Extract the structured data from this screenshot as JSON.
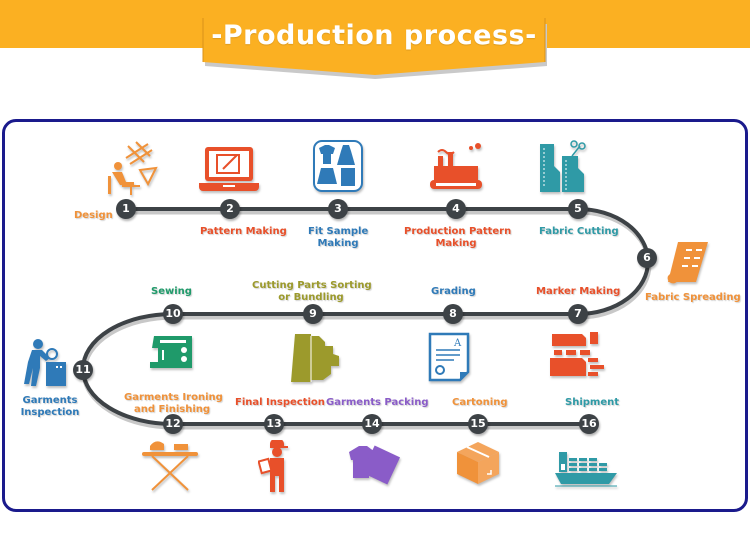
{
  "title": "-Production process-",
  "colors": {
    "banner": "#fbb022",
    "frame": "#1a1a8c",
    "track": "#3d4246"
  },
  "steps": [
    {
      "num": "1",
      "label": "Design",
      "color": "#f0923a",
      "icon": "designer-desk-icon"
    },
    {
      "num": "2",
      "label": "Pattern Making",
      "color": "#e8502a",
      "icon": "laptop-pattern-icon"
    },
    {
      "num": "3",
      "label_lines": [
        "Fit Sample",
        "Making"
      ],
      "color": "#2f7ab8",
      "icon": "garment-samples-icon"
    },
    {
      "num": "4",
      "label_lines": [
        "Production Pattern",
        "Making"
      ],
      "color": "#e8502a",
      "icon": "factory-icon"
    },
    {
      "num": "5",
      "label": "Fabric Cutting",
      "color": "#2f9aa6",
      "icon": "fabric-scissors-icon"
    },
    {
      "num": "6",
      "label": "Fabric Spreading",
      "color": "#f0923a",
      "icon": "fabric-roll-icon"
    },
    {
      "num": "7",
      "label": "Marker Making",
      "color": "#e8502a",
      "icon": "marker-pieces-icon"
    },
    {
      "num": "8",
      "label": "Grading",
      "color": "#2f7ab8",
      "icon": "certificate-icon"
    },
    {
      "num": "9",
      "label_lines": [
        "Cutting Parts Sorting",
        "or Bundling"
      ],
      "color": "#9c9a2c",
      "icon": "cut-parts-icon"
    },
    {
      "num": "10",
      "label": "Sewing",
      "color": "#1f9a6a",
      "icon": "sewing-machine-icon"
    },
    {
      "num": "11",
      "label_lines": [
        "Garments",
        "Inspection"
      ],
      "color": "#2f7ab8",
      "icon": "inspector-icon"
    },
    {
      "num": "12",
      "label_lines": [
        "Garments Ironing",
        "and Finishing"
      ],
      "color": "#f0923a",
      "icon": "ironing-board-icon"
    },
    {
      "num": "13",
      "label": "Final Inspection",
      "color": "#e8502a",
      "icon": "worker-clipboard-icon"
    },
    {
      "num": "14",
      "label": "Garments Packing",
      "color": "#8a5cc8",
      "icon": "packing-bag-icon"
    },
    {
      "num": "15",
      "label": "Cartoning",
      "color": "#f0923a",
      "icon": "carton-box-icon"
    },
    {
      "num": "16",
      "label": "Shipment",
      "color": "#2f9aa6",
      "icon": "cargo-ship-icon"
    }
  ]
}
